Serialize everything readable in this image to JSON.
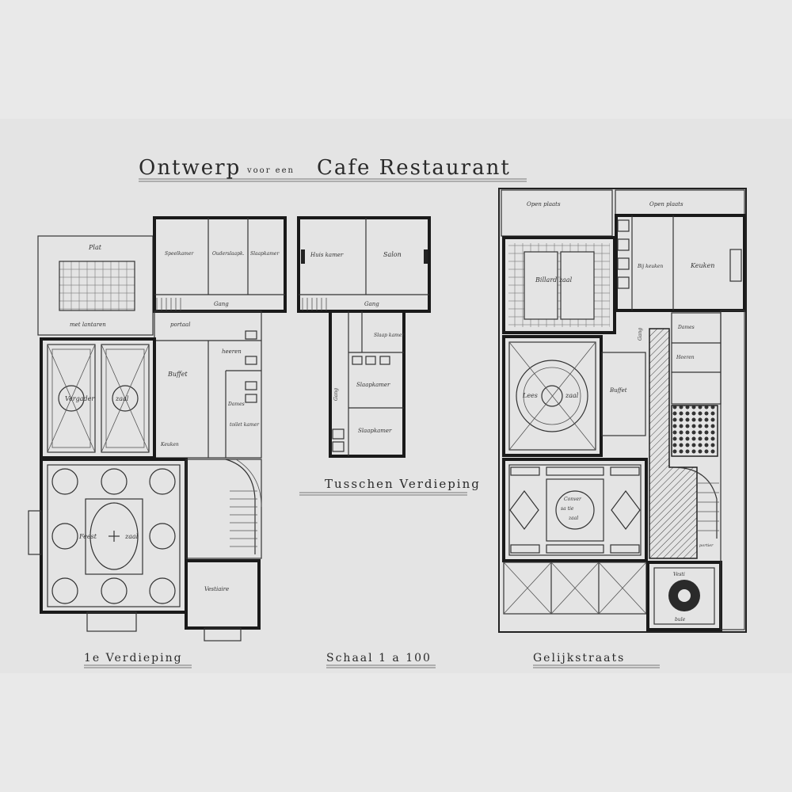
{
  "title": {
    "word1": "Ontwerp",
    "small": "voor een",
    "word2": "Cafe Restaurant"
  },
  "captions": {
    "first_floor": "1e Verdieping",
    "mezzanine": "Tusschen Verdieping",
    "scale": "Schaal 1 a 100",
    "ground": "Gelijkstraats"
  },
  "rooms_first": {
    "plat": "Plat",
    "lantaren": "met lantaren",
    "speelkamer": "Speelkamer",
    "ouders": "Ouderslaapk.",
    "slaapkamer": "Slaapkamer",
    "gang": "Gang",
    "portaal": "portaal",
    "heeren": "heeren",
    "buffet": "Buffet",
    "dames": "Dames",
    "toilet": "toilet kamer",
    "vergader_a": "Vergader",
    "vergader_b": "zaal",
    "keuken_small": "Keuken",
    "feest_a": "Feest",
    "feest_b": "zaal",
    "vestiaire": "Vestiaire"
  },
  "rooms_mezz": {
    "huiskamer": "Huis kamer",
    "salon": "Salon",
    "gang": "Gang",
    "slaapkamer1": "Slaap kamer",
    "slaapkamer2": "Slaapkamer",
    "slaapkamer3": "Slaapkamer",
    "gang2": "Gang"
  },
  "rooms_ground": {
    "open1": "Open plaats",
    "open2": "Open plaats",
    "biljart": "Billard zaal",
    "bijkeuken": "Bij keuken",
    "keuken": "Keuken",
    "dames": "Dames",
    "heeren": "Heeren",
    "lees_a": "Lees",
    "lees_b": "zaal",
    "buffet": "Buffet",
    "conver_a": "Conver",
    "conver_b": "sa tie",
    "conver_c": "zaal",
    "vesti_a": "Vesti",
    "vesti_b": "bule",
    "portier": "portier",
    "gang": "Gang"
  }
}
